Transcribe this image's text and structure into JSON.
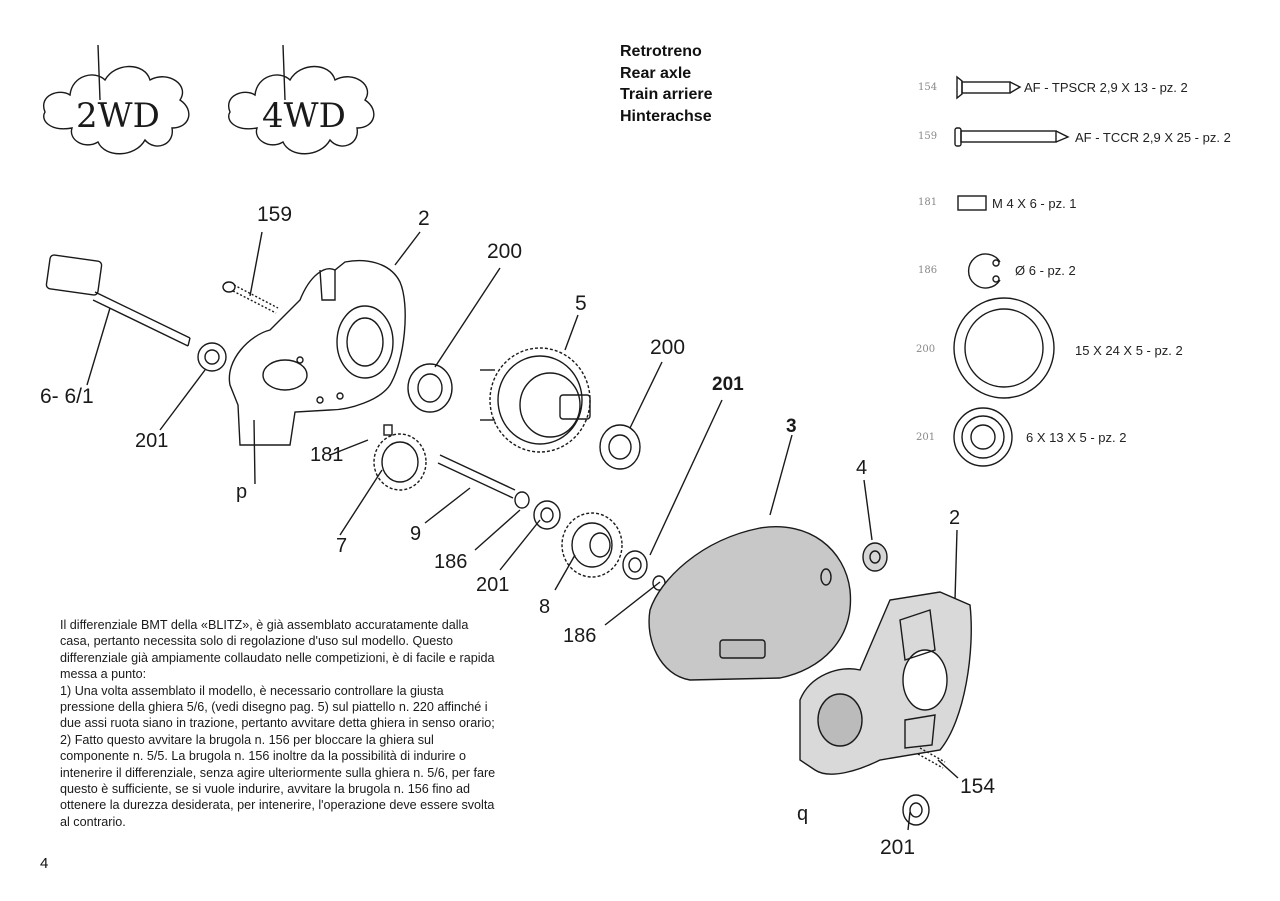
{
  "header": {
    "badges": [
      "2WD",
      "4WD"
    ],
    "title_lines": [
      "Retrotreno",
      "Rear axle",
      "Train arriere",
      "Hinterachse"
    ]
  },
  "parts_list": [
    {
      "number": "154",
      "label": "AF - TPSCR 2,9 X 13 - pz. 2",
      "icon": "short-screw-icon"
    },
    {
      "number": "159",
      "label": "AF - TCCR 2,9 X 25 - pz. 2",
      "icon": "long-screw-icon"
    },
    {
      "number": "181",
      "label": "M 4 X 6 - pz. 1",
      "icon": "grub-screw-icon"
    },
    {
      "number": "186",
      "label": "Ø 6 - pz. 2",
      "icon": "circlip-icon"
    },
    {
      "number": "200",
      "label": "15 X 24 X 5 - pz. 2",
      "icon": "large-bearing-icon"
    },
    {
      "number": "201",
      "label": "6 X 13 X 5 - pz. 2",
      "icon": "small-bearing-icon"
    }
  ],
  "callouts": {
    "c159": "159",
    "c2a": "2",
    "c200a": "200",
    "c5": "5",
    "c200b": "200",
    "c201bold": "201",
    "c661": "6- 6/1",
    "c201a": "201",
    "c181": "181",
    "cp": "p",
    "c7": "7",
    "c9": "9",
    "c186a": "186",
    "c201b": "201",
    "c8": "8",
    "c186b": "186",
    "c3": "3",
    "c4": "4",
    "c2b": "2",
    "c154": "154",
    "c201c": "201",
    "cq": "q"
  },
  "description": [
    "Il differenziale BMT della «BLITZ», è già assemblato accuratamente dalla casa, pertanto necessita solo di regolazione d'uso sul modello. Questo differenziale già ampiamente collaudato nelle competizioni, è di facile e rapida messa a punto:",
    "1) Una volta assemblato il modello, è necessario controllare la giusta pressione della ghiera 5/6, (vedi disegno pag. 5) sul piattello n. 220 affinché i due assi ruota siano in trazione, pertanto avvitare detta ghiera in senso orario;",
    "2) Fatto questo avvitare la brugola n. 156 per bloccare la ghiera sul componente n. 5/5. La brugola n. 156 inoltre da la possibilità di indurire o intenerire il differenziale, senza agire ulteriormente sulla ghiera n. 5/6, per fare questo è sufficiente, se si vuole indurire, avvitare la brugola n. 156 fino ad ottenere la durezza desiderata, per intenerire, l'operazione deve essere svolta al contrario."
  ],
  "page_number": "4",
  "colors": {
    "ink": "#1a1a1a",
    "housing_shade": "#c8c8c8",
    "paper": "#ffffff"
  }
}
